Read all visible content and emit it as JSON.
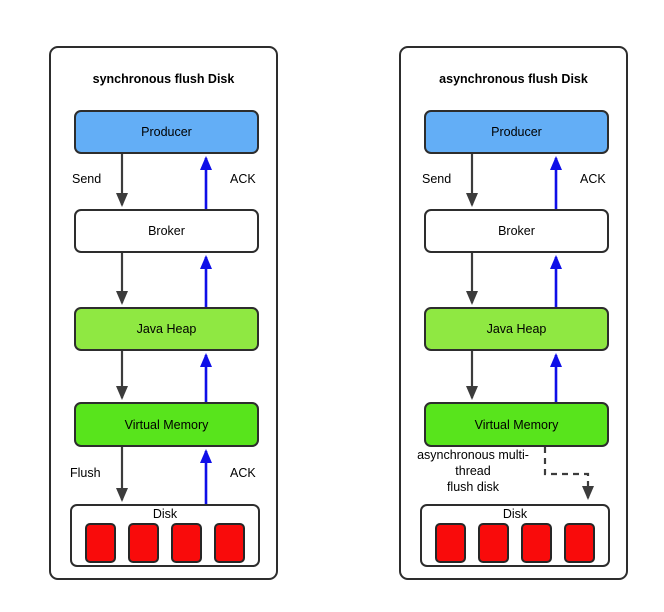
{
  "colors": {
    "producer_fill": "#63AEF6",
    "java_heap_fill": "#8FE842",
    "virtual_memory_fill": "#58E41C",
    "disk_block_fill": "#F90B0B",
    "arrow_black": "#3C3C3C",
    "arrow_blue": "#0F0FE8",
    "border": "#2D2D2D"
  },
  "panels": [
    {
      "title": "synchronous flush Disk",
      "nodes": {
        "producer": "Producer",
        "broker": "Broker",
        "java_heap": "Java Heap",
        "virtual_memory": "Virtual Memory",
        "disk": "Disk"
      },
      "edge_labels": {
        "send": "Send",
        "ack_top": "ACK",
        "flush": "Flush",
        "ack_bottom": "ACK"
      }
    },
    {
      "title": "asynchronous flush Disk",
      "nodes": {
        "producer": "Producer",
        "broker": "Broker",
        "java_heap": "Java Heap",
        "virtual_memory": "Virtual Memory",
        "disk": "Disk"
      },
      "edge_labels": {
        "send": "Send",
        "ack_top": "ACK",
        "async_flush_line1": "asynchronous multi-",
        "async_flush_line2": "thread",
        "async_flush_line3": "flush disk"
      }
    }
  ]
}
